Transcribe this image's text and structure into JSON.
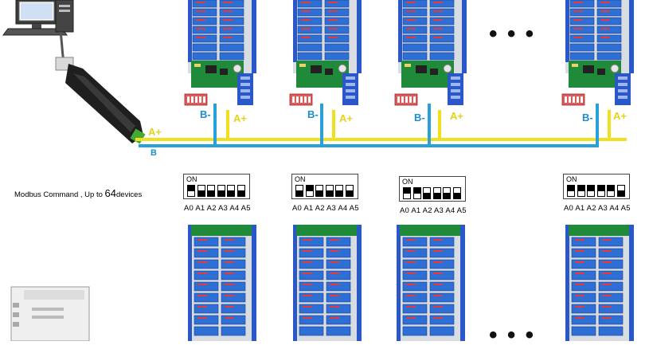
{
  "labels": {
    "b_minus": "B-",
    "a_plus": "A+",
    "bus_b": "B",
    "ellipsis": "• • •",
    "modbus_prefix": "Modbus Command , Up to ",
    "modbus_count": "64",
    "modbus_suffix": "devices",
    "dip_on": "ON",
    "dip_caption": "A0 A1 A2 A3 A4 A5"
  },
  "dip_settings": [
    {
      "switches": [
        1,
        0,
        0,
        0,
        0,
        0
      ]
    },
    {
      "switches": [
        0,
        1,
        0,
        0,
        0,
        0
      ]
    },
    {
      "switches": [
        1,
        1,
        0,
        0,
        0,
        0
      ]
    },
    {
      "switches": [
        1,
        1,
        1,
        1,
        1,
        0
      ]
    }
  ],
  "colors": {
    "wire_a": "#f2e01e",
    "wire_b": "#2aa0d8",
    "relay_blue": "#2e6fd6",
    "pcb_green": "#1f8a3a",
    "terminal_blue": "#2a58c8"
  }
}
